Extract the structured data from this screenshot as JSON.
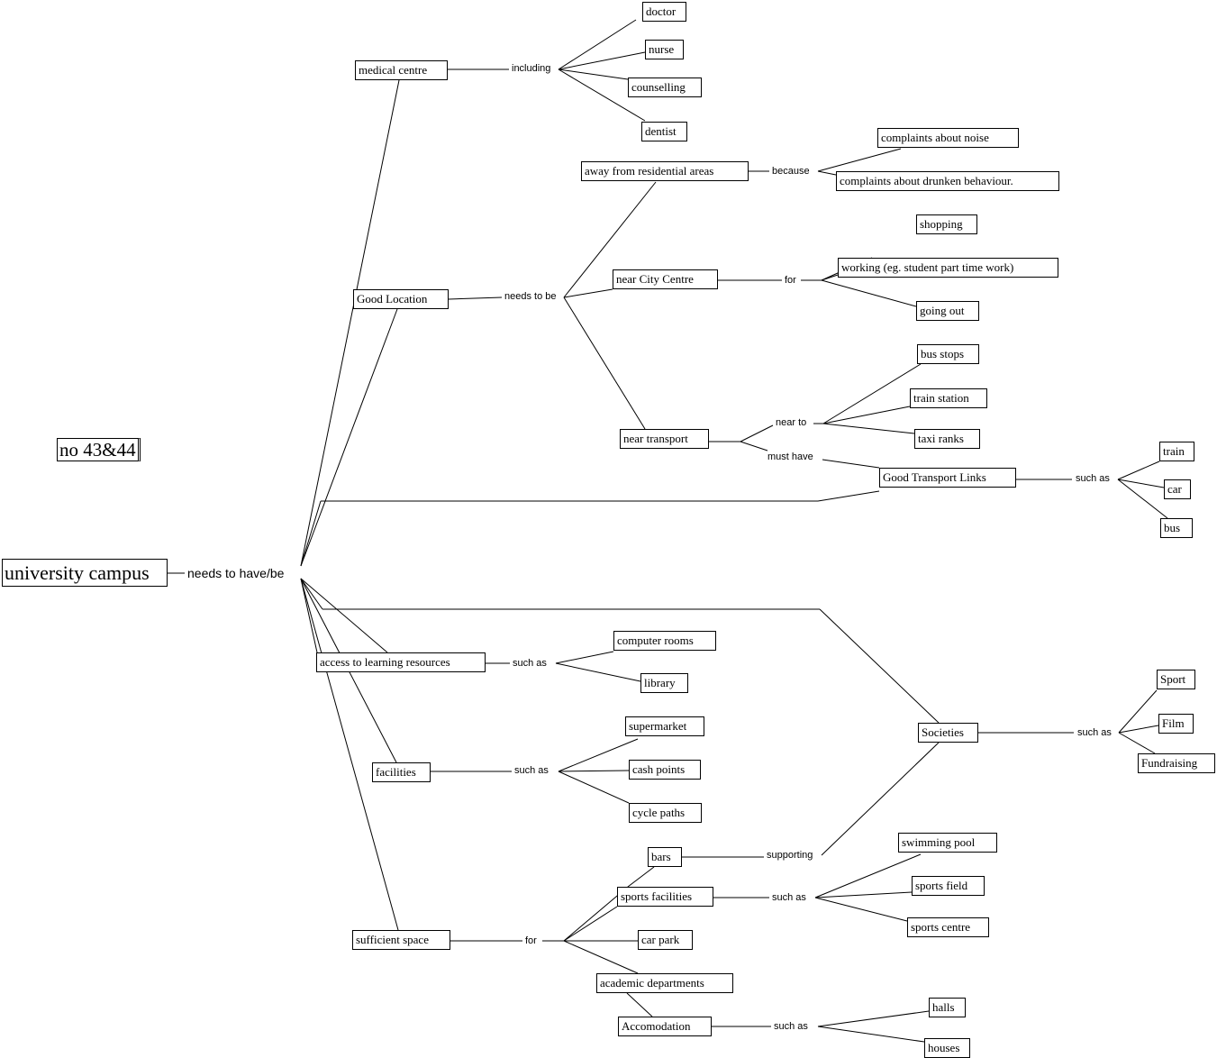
{
  "title_tag": "no 43&44",
  "nodes": [
    {
      "id": "root",
      "label": "university campus"
    },
    {
      "id": "medical",
      "label": "medical centre"
    },
    {
      "id": "doctor",
      "label": "doctor"
    },
    {
      "id": "nurse",
      "label": "nurse"
    },
    {
      "id": "counselling",
      "label": "counselling"
    },
    {
      "id": "dentist",
      "label": "dentist"
    },
    {
      "id": "location",
      "label": "Good Location"
    },
    {
      "id": "away",
      "label": "away from residential areas"
    },
    {
      "id": "noise",
      "label": "complaints about noise"
    },
    {
      "id": "drunk",
      "label": "complaints about drunken behaviour."
    },
    {
      "id": "city",
      "label": "near City Centre"
    },
    {
      "id": "shopping",
      "label": "shopping"
    },
    {
      "id": "working",
      "label": "working (eg. student part time work)"
    },
    {
      "id": "goingout",
      "label": "going out"
    },
    {
      "id": "transport",
      "label": "near transport"
    },
    {
      "id": "busstops",
      "label": "bus stops"
    },
    {
      "id": "trainstation",
      "label": "train station"
    },
    {
      "id": "taxi",
      "label": "taxi ranks"
    },
    {
      "id": "gtl",
      "label": "Good Transport Links"
    },
    {
      "id": "train",
      "label": "train"
    },
    {
      "id": "car",
      "label": "car"
    },
    {
      "id": "bus",
      "label": "bus"
    },
    {
      "id": "learning",
      "label": "access to learning resources"
    },
    {
      "id": "computer",
      "label": "computer rooms"
    },
    {
      "id": "library",
      "label": "library"
    },
    {
      "id": "facilities",
      "label": "facilities"
    },
    {
      "id": "supermarket",
      "label": "supermarket"
    },
    {
      "id": "cash",
      "label": "cash points"
    },
    {
      "id": "cycle",
      "label": "cycle paths"
    },
    {
      "id": "space",
      "label": "sufficient space"
    },
    {
      "id": "bars",
      "label": "bars"
    },
    {
      "id": "sportsfac",
      "label": "sports facilities"
    },
    {
      "id": "carpark",
      "label": "car park"
    },
    {
      "id": "academic",
      "label": "academic departments"
    },
    {
      "id": "accom",
      "label": "Accomodation"
    },
    {
      "id": "pool",
      "label": "swimming pool"
    },
    {
      "id": "field",
      "label": "sports field"
    },
    {
      "id": "centre",
      "label": "sports centre"
    },
    {
      "id": "halls",
      "label": "halls"
    },
    {
      "id": "houses",
      "label": "houses"
    },
    {
      "id": "societies",
      "label": "Societies"
    },
    {
      "id": "sport",
      "label": "Sport"
    },
    {
      "id": "film",
      "label": "Film"
    },
    {
      "id": "fundraising",
      "label": "Fundraising"
    }
  ],
  "link_labels": [
    {
      "id": "root-link",
      "label": "needs to have/be"
    },
    {
      "id": "including",
      "label": "including"
    },
    {
      "id": "needs-to-be",
      "label": "needs to be"
    },
    {
      "id": "because",
      "label": "because"
    },
    {
      "id": "for-city",
      "label": "for"
    },
    {
      "id": "near-to",
      "label": "near to"
    },
    {
      "id": "must-have",
      "label": "must have"
    },
    {
      "id": "such-as-gtl",
      "label": "such as"
    },
    {
      "id": "such-as-learning",
      "label": "such as"
    },
    {
      "id": "such-as-facilities",
      "label": "such as"
    },
    {
      "id": "for-space",
      "label": "for"
    },
    {
      "id": "supporting",
      "label": "supporting"
    },
    {
      "id": "such-as-sports",
      "label": "such as"
    },
    {
      "id": "such-as-accom",
      "label": "such as"
    },
    {
      "id": "such-as-societies",
      "label": "such as"
    }
  ]
}
